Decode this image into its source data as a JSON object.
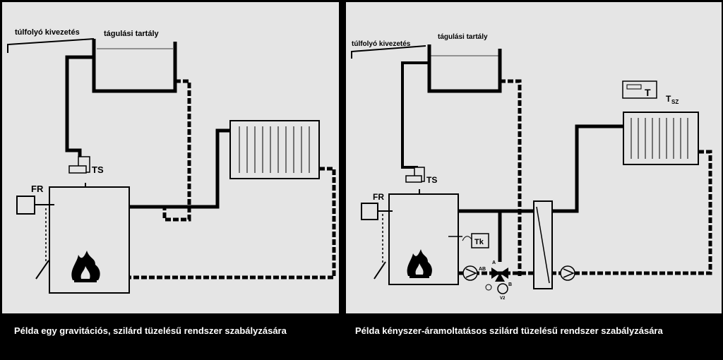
{
  "left_panel": {
    "labels": {
      "overflow": "túlfolyó kivezetés",
      "expansion_tank": "tágulási tartály",
      "ts": "TS",
      "fr": "FR"
    },
    "caption": "Példa egy gravitációs, szilárd tüzelésű rendszer szabályzására"
  },
  "right_panel": {
    "labels": {
      "overflow": "túlfolyó kivezetés",
      "expansion_tank": "tágulási tartály",
      "ts": "TS",
      "fr": "FR",
      "tk": "Tk",
      "thermostat": "T",
      "tsz_main": "T",
      "tsz_sub": "SZ",
      "valve_a": "A",
      "valve_ab": "AB",
      "valve_b": "B",
      "valve_v2": "V2"
    },
    "caption": "Példa kényszer-áramoltatásos szilárd tüzelésű rendszer szabályzására"
  }
}
